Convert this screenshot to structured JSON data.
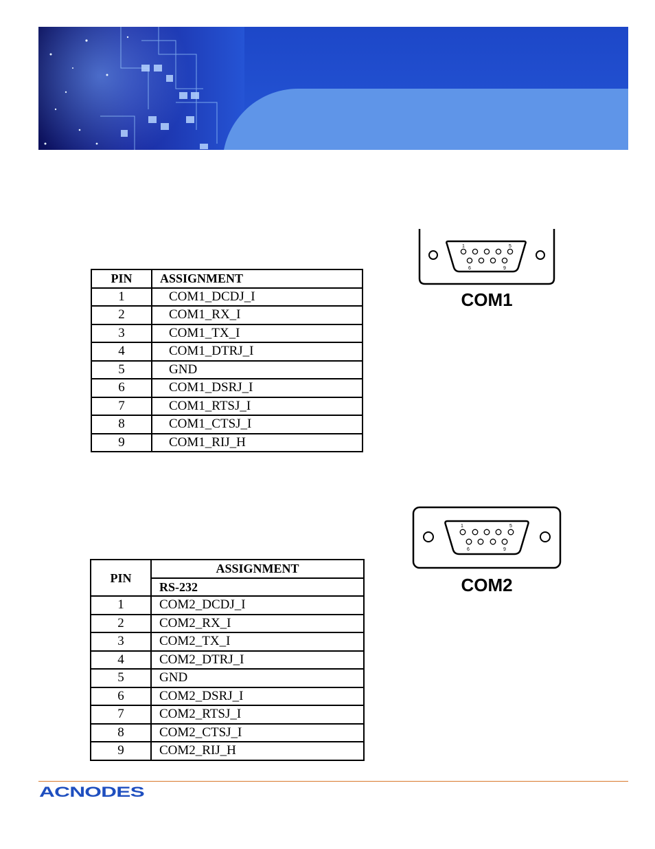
{
  "brand": {
    "logo_text": "ACNODES",
    "accent": "#1f4fbf",
    "rule_color": "#d9772b"
  },
  "com1": {
    "connector_label": "COM1",
    "header": {
      "pin": "PIN",
      "assignment": "ASSIGNMENT"
    },
    "rows": [
      {
        "pin": "1",
        "assignment": "COM1_DCDJ_I"
      },
      {
        "pin": "2",
        "assignment": "COM1_RX_I"
      },
      {
        "pin": "3",
        "assignment": "COM1_TX_I"
      },
      {
        "pin": "4",
        "assignment": "COM1_DTRJ_I"
      },
      {
        "pin": "5",
        "assignment": "GND"
      },
      {
        "pin": "6",
        "assignment": "COM1_DSRJ_I"
      },
      {
        "pin": "7",
        "assignment": "COM1_RTSJ_I"
      },
      {
        "pin": "8",
        "assignment": "COM1_CTSJ_I"
      },
      {
        "pin": "9",
        "assignment": "COM1_RIJ_H"
      }
    ]
  },
  "com2": {
    "connector_label": "COM2",
    "header": {
      "pin": "PIN",
      "assignment": "ASSIGNMENT",
      "mode": "RS-232"
    },
    "rows": [
      {
        "pin": "1",
        "assignment": "COM2_DCDJ_I"
      },
      {
        "pin": "2",
        "assignment": "COM2_RX_I"
      },
      {
        "pin": "3",
        "assignment": "COM2_TX_I"
      },
      {
        "pin": "4",
        "assignment": "COM2_DTRJ_I"
      },
      {
        "pin": "5",
        "assignment": "GND"
      },
      {
        "pin": "6",
        "assignment": "COM2_DSRJ_I"
      },
      {
        "pin": "7",
        "assignment": "COM2_RTSJ_I"
      },
      {
        "pin": "8",
        "assignment": "COM2_CTSJ_I"
      },
      {
        "pin": "9",
        "assignment": "COM2_RIJ_H"
      }
    ]
  }
}
